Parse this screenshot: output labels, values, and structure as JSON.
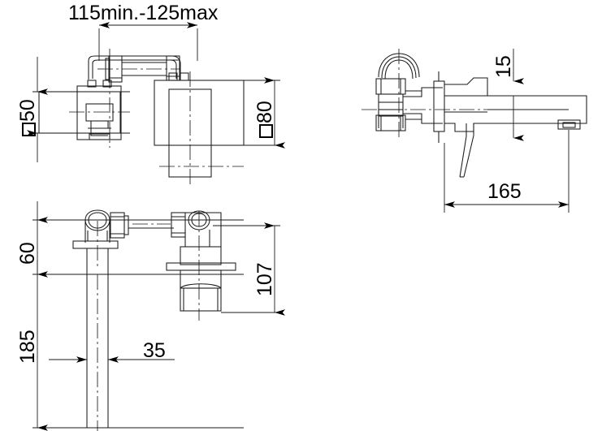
{
  "drawing": {
    "title": "wall-mounted basin mixer technical drawing",
    "type": "orthographic-dimension-drawing",
    "units": "mm",
    "background_color": "#ffffff",
    "line_color": "#000000",
    "views": [
      {
        "id": "front-view",
        "name": "front elevation",
        "position": "top-left"
      },
      {
        "id": "plan-view",
        "name": "plan / top view",
        "position": "bottom-left"
      },
      {
        "id": "side-view",
        "name": "side elevation",
        "position": "right"
      }
    ]
  },
  "dimensions": {
    "spread_range": {
      "label": "115min.-125max",
      "view": "front-view",
      "orientation": "horizontal"
    },
    "inlet_square": {
      "label": "50",
      "symbol": "square",
      "view": "front-view",
      "orientation": "vertical"
    },
    "body_square": {
      "label": "80",
      "symbol": "square",
      "view": "front-view",
      "orientation": "vertical"
    },
    "height_60": {
      "label": "60",
      "view": "plan-view",
      "orientation": "vertical"
    },
    "height_185": {
      "label": "185",
      "view": "plan-view",
      "orientation": "vertical"
    },
    "depth_107": {
      "label": "107",
      "view": "plan-view",
      "orientation": "vertical"
    },
    "width_35": {
      "label": "35",
      "view": "plan-view",
      "orientation": "horizontal"
    },
    "spout_height_15": {
      "label": "15",
      "view": "side-view",
      "orientation": "vertical"
    },
    "projection_165": {
      "label": "165",
      "view": "side-view",
      "orientation": "horizontal"
    }
  }
}
